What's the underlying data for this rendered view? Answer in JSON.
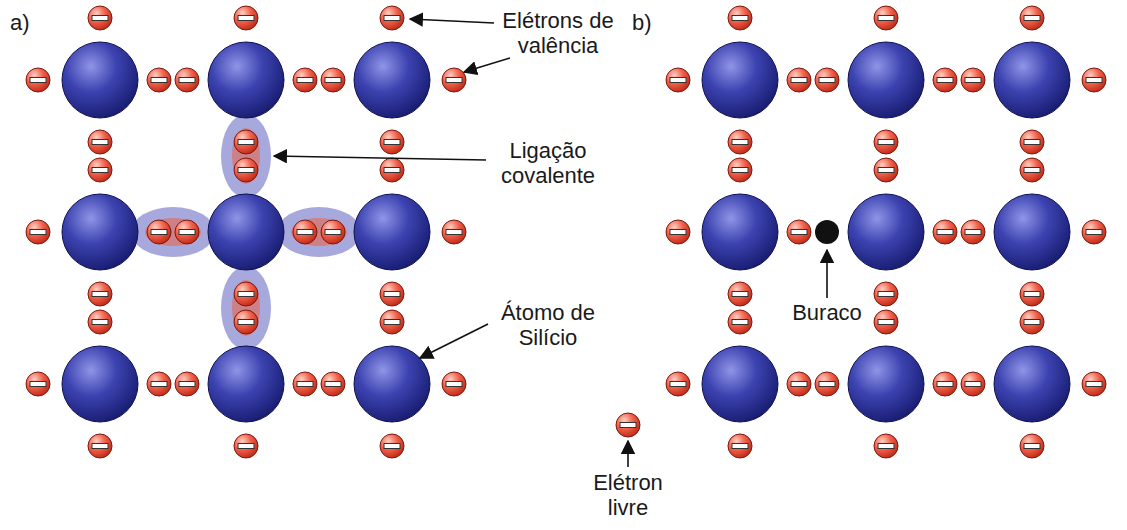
{
  "diagram": {
    "labels": [
      "a)",
      "Elétrons de valência",
      "Ligação covalente",
      "Átomo de Silício",
      "b)",
      "Buraco",
      "Elétron livre"
    ]
  }
}
